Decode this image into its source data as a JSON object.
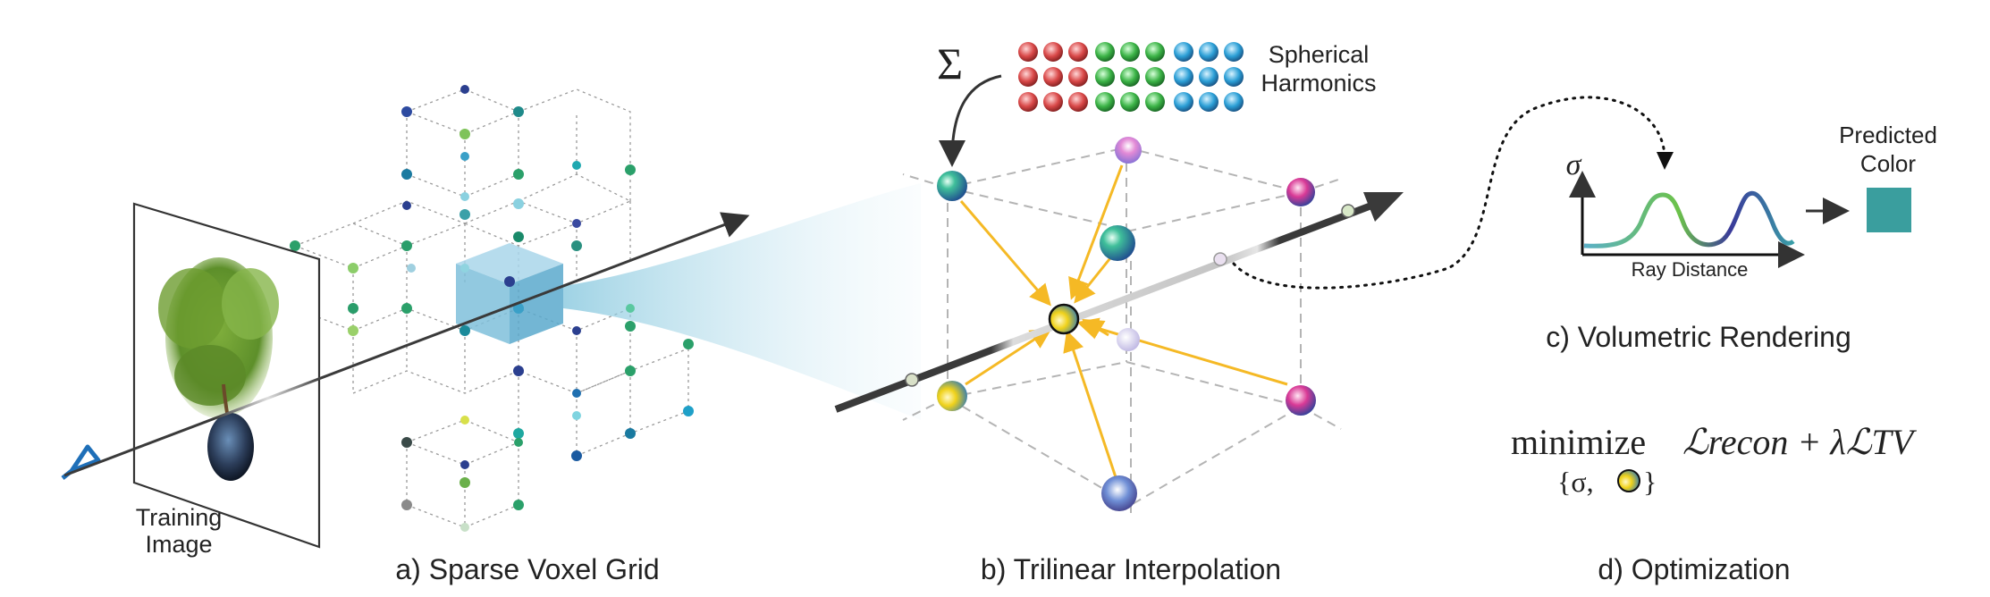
{
  "panels": {
    "a": {
      "caption": "a) Sparse Voxel Grid",
      "image_label_line1": "Training",
      "image_label_line2": "Image"
    },
    "b": {
      "caption": "b) Trilinear Interpolation",
      "sum_symbol": "Σ",
      "sh_label_line1": "Spherical",
      "sh_label_line2": "Harmonics"
    },
    "c": {
      "caption": "c) Volumetric Rendering",
      "y_axis_label": "σ",
      "x_axis_label": "Ray Distance",
      "output_label_line1": "Predicted",
      "output_label_line2": "Color"
    },
    "d": {
      "caption": "d) Optimization",
      "objective_word": "minimize",
      "objective_terms": "ℒrecon + λℒTV",
      "variables_prefix": "{σ,",
      "variables_suffix": "}"
    }
  },
  "colors": {
    "ray": "#3a3a3a",
    "arrows": "#f5b925",
    "highlight_voxel": "#7fbfdb",
    "predicted_color": "#3a9e9e"
  }
}
